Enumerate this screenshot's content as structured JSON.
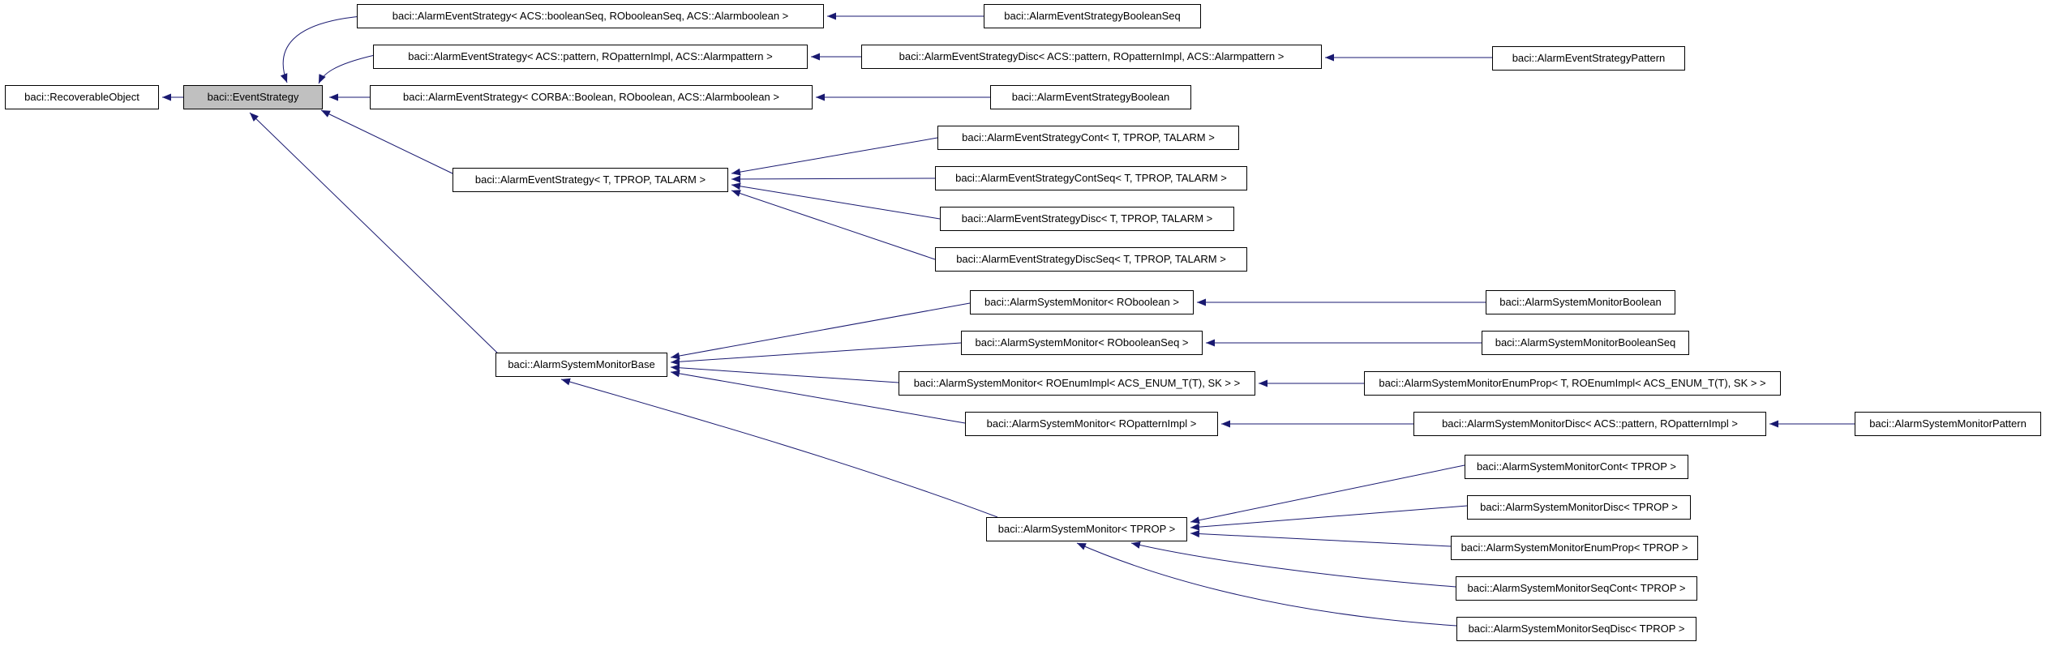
{
  "diagram": {
    "kind": "class-inheritance-graph",
    "edge_color": "#191970",
    "node_border_color": "#000000",
    "node_fill_color": "#ffffff",
    "highlight_fill_color": "#c0c0c0",
    "highlighted_node": "event-strategy",
    "nodes": [
      {
        "id": "recoverable-object",
        "label": "baci::RecoverableObject"
      },
      {
        "id": "event-strategy",
        "label": "baci::EventStrategy"
      },
      {
        "id": "aes-booleanseq-spec",
        "label": "baci::AlarmEventStrategy< ACS::booleanSeq, RObooleanSeq, ACS::Alarmboolean >"
      },
      {
        "id": "aes-booleanseq",
        "label": "baci::AlarmEventStrategyBooleanSeq"
      },
      {
        "id": "aes-pattern-spec",
        "label": "baci::AlarmEventStrategy< ACS::pattern, ROpatternImpl, ACS::Alarmpattern >"
      },
      {
        "id": "aes-disc-pattern",
        "label": "baci::AlarmEventStrategyDisc< ACS::pattern, ROpatternImpl, ACS::Alarmpattern >"
      },
      {
        "id": "aes-pattern",
        "label": "baci::AlarmEventStrategyPattern"
      },
      {
        "id": "aes-corba-boolean-spec",
        "label": "baci::AlarmEventStrategy< CORBA::Boolean, ROboolean, ACS::Alarmboolean >"
      },
      {
        "id": "aes-boolean",
        "label": "baci::AlarmEventStrategyBoolean"
      },
      {
        "id": "aes-template",
        "label": "baci::AlarmEventStrategy< T, TPROP, TALARM >"
      },
      {
        "id": "aes-cont",
        "label": "baci::AlarmEventStrategyCont< T, TPROP, TALARM >"
      },
      {
        "id": "aes-contseq",
        "label": "baci::AlarmEventStrategyContSeq< T, TPROP, TALARM >"
      },
      {
        "id": "aes-disc",
        "label": "baci::AlarmEventStrategyDisc< T, TPROP, TALARM >"
      },
      {
        "id": "aes-discseq",
        "label": "baci::AlarmEventStrategyDiscSeq< T, TPROP, TALARM >"
      },
      {
        "id": "asm-base",
        "label": "baci::AlarmSystemMonitorBase"
      },
      {
        "id": "asm-roboolean",
        "label": "baci::AlarmSystemMonitor< ROboolean >"
      },
      {
        "id": "asm-robooleanseq",
        "label": "baci::AlarmSystemMonitor< RObooleanSeq >"
      },
      {
        "id": "asm-roenumimpl",
        "label": "baci::AlarmSystemMonitor< ROEnumImpl< ACS_ENUM_T(T), SK > >"
      },
      {
        "id": "asm-ropatternimpl",
        "label": "baci::AlarmSystemMonitor< ROpatternImpl >"
      },
      {
        "id": "asm-boolean",
        "label": "baci::AlarmSystemMonitorBoolean"
      },
      {
        "id": "asm-booleanseq",
        "label": "baci::AlarmSystemMonitorBooleanSeq"
      },
      {
        "id": "asm-enumprop",
        "label": "baci::AlarmSystemMonitorEnumProp< T, ROEnumImpl< ACS_ENUM_T(T), SK > >"
      },
      {
        "id": "asm-disc-pattern",
        "label": "baci::AlarmSystemMonitorDisc< ACS::pattern, ROpatternImpl >"
      },
      {
        "id": "asm-pattern",
        "label": "baci::AlarmSystemMonitorPattern"
      },
      {
        "id": "asm-tprop",
        "label": "baci::AlarmSystemMonitor< TPROP >"
      },
      {
        "id": "asm-cont",
        "label": "baci::AlarmSystemMonitorCont< TPROP >"
      },
      {
        "id": "asm-disc",
        "label": "baci::AlarmSystemMonitorDisc< TPROP >"
      },
      {
        "id": "asm-enumprop-tprop",
        "label": "baci::AlarmSystemMonitorEnumProp< TPROP >"
      },
      {
        "id": "asm-seqcont",
        "label": "baci::AlarmSystemMonitorSeqCont< TPROP >"
      },
      {
        "id": "asm-seqdisc",
        "label": "baci::AlarmSystemMonitorSeqDisc< TPROP >"
      }
    ],
    "edges": [
      {
        "from": "event-strategy",
        "to": "recoverable-object"
      },
      {
        "from": "aes-booleanseq-spec",
        "to": "event-strategy"
      },
      {
        "from": "aes-pattern-spec",
        "to": "event-strategy"
      },
      {
        "from": "aes-corba-boolean-spec",
        "to": "event-strategy"
      },
      {
        "from": "aes-template",
        "to": "event-strategy"
      },
      {
        "from": "asm-base",
        "to": "event-strategy"
      },
      {
        "from": "aes-booleanseq",
        "to": "aes-booleanseq-spec"
      },
      {
        "from": "aes-disc-pattern",
        "to": "aes-pattern-spec"
      },
      {
        "from": "aes-pattern",
        "to": "aes-disc-pattern"
      },
      {
        "from": "aes-boolean",
        "to": "aes-corba-boolean-spec"
      },
      {
        "from": "aes-cont",
        "to": "aes-template"
      },
      {
        "from": "aes-contseq",
        "to": "aes-template"
      },
      {
        "from": "aes-disc",
        "to": "aes-template"
      },
      {
        "from": "aes-discseq",
        "to": "aes-template"
      },
      {
        "from": "asm-roboolean",
        "to": "asm-base"
      },
      {
        "from": "asm-robooleanseq",
        "to": "asm-base"
      },
      {
        "from": "asm-roenumimpl",
        "to": "asm-base"
      },
      {
        "from": "asm-ropatternimpl",
        "to": "asm-base"
      },
      {
        "from": "asm-tprop",
        "to": "asm-base"
      },
      {
        "from": "asm-boolean",
        "to": "asm-roboolean"
      },
      {
        "from": "asm-booleanseq",
        "to": "asm-robooleanseq"
      },
      {
        "from": "asm-enumprop",
        "to": "asm-roenumimpl"
      },
      {
        "from": "asm-disc-pattern",
        "to": "asm-ropatternimpl"
      },
      {
        "from": "asm-pattern",
        "to": "asm-disc-pattern"
      },
      {
        "from": "asm-cont",
        "to": "asm-tprop"
      },
      {
        "from": "asm-disc",
        "to": "asm-tprop"
      },
      {
        "from": "asm-enumprop-tprop",
        "to": "asm-tprop"
      },
      {
        "from": "asm-seqcont",
        "to": "asm-tprop"
      },
      {
        "from": "asm-seqdisc",
        "to": "asm-tprop"
      }
    ]
  }
}
